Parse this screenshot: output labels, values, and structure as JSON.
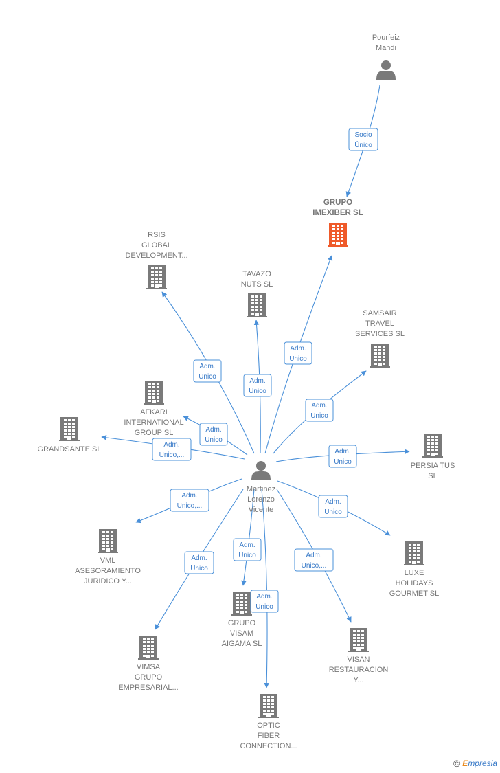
{
  "colors": {
    "edge": "#4a90d9",
    "company": "#7a7a7a",
    "focus_company": "#ef5a2a",
    "person": "#7a7a7a"
  },
  "nodes": [
    {
      "id": "pourfeiz",
      "kind": "person",
      "lines": [
        "Pourfeiz",
        "Mahdi"
      ]
    },
    {
      "id": "imexiber",
      "kind": "company",
      "focus": true,
      "lines": [
        "GRUPO",
        "IMEXIBER  SL"
      ]
    },
    {
      "id": "rsis",
      "kind": "company",
      "lines": [
        "RSIS",
        "GLOBAL",
        "DEVELOPMENT..."
      ]
    },
    {
      "id": "tavazo",
      "kind": "company",
      "lines": [
        "TAVAZO",
        "NUTS  SL"
      ]
    },
    {
      "id": "samsair",
      "kind": "company",
      "lines": [
        "SAMSAIR",
        "TRAVEL",
        "SERVICES  SL"
      ]
    },
    {
      "id": "afkari",
      "kind": "company",
      "lines": [
        "AFKARI",
        "INTERNATIONAL",
        "GROUP  SL"
      ]
    },
    {
      "id": "grandsante",
      "kind": "company",
      "lines": [
        "GRANDSANTE SL"
      ]
    },
    {
      "id": "persia",
      "kind": "company",
      "lines": [
        "PERSIA TUS",
        "SL"
      ]
    },
    {
      "id": "martinez",
      "kind": "person",
      "lines": [
        "Martinez",
        "Lorenzo",
        "Vicente"
      ]
    },
    {
      "id": "vml",
      "kind": "company",
      "lines": [
        "VML",
        "ASESORAMIENTO",
        "JURIDICO Y..."
      ]
    },
    {
      "id": "luxe",
      "kind": "company",
      "lines": [
        "LUXE",
        "HOLIDAYS",
        "GOURMET  SL"
      ]
    },
    {
      "id": "visam",
      "kind": "company",
      "lines": [
        "GRUPO",
        "VISAM",
        "AIGAMA  SL"
      ]
    },
    {
      "id": "vimsa",
      "kind": "company",
      "lines": [
        "VIMSA",
        "GRUPO",
        "EMPRESARIAL..."
      ]
    },
    {
      "id": "visan",
      "kind": "company",
      "lines": [
        "VISAN",
        "RESTAURACION",
        "Y..."
      ]
    },
    {
      "id": "optic",
      "kind": "company",
      "lines": [
        "OPTIC",
        "FIBER",
        "CONNECTION..."
      ]
    }
  ],
  "edges": [
    {
      "from": "pourfeiz",
      "to": "imexiber",
      "label": [
        "Socio",
        "Único"
      ]
    },
    {
      "from": "martinez",
      "to": "imexiber",
      "label": [
        "Adm.",
        "Unico"
      ]
    },
    {
      "from": "martinez",
      "to": "rsis",
      "label": [
        "Adm.",
        "Unico"
      ]
    },
    {
      "from": "martinez",
      "to": "tavazo",
      "label": [
        "Adm.",
        "Unico"
      ]
    },
    {
      "from": "martinez",
      "to": "samsair",
      "label": [
        "Adm.",
        "Unico"
      ]
    },
    {
      "from": "martinez",
      "to": "afkari",
      "label": [
        "Adm.",
        "Unico"
      ]
    },
    {
      "from": "martinez",
      "to": "grandsante",
      "label": [
        "Adm.",
        "Unico,..."
      ]
    },
    {
      "from": "martinez",
      "to": "persia",
      "label": [
        "Adm.",
        "Unico"
      ]
    },
    {
      "from": "martinez",
      "to": "vml",
      "label": [
        "Adm.",
        "Unico,..."
      ]
    },
    {
      "from": "martinez",
      "to": "luxe",
      "label": [
        "Adm.",
        "Unico"
      ]
    },
    {
      "from": "martinez",
      "to": "visam",
      "label": [
        "Adm.",
        "Unico"
      ]
    },
    {
      "from": "martinez",
      "to": "vimsa",
      "label": [
        "Adm.",
        "Unico"
      ]
    },
    {
      "from": "martinez",
      "to": "visan",
      "label": [
        "Adm.",
        "Unico,..."
      ]
    },
    {
      "from": "martinez",
      "to": "optic",
      "label": [
        "Adm.",
        "Unico"
      ]
    }
  ],
  "watermark": {
    "symbol": "©",
    "brand_initial": "E",
    "brand_rest": "mpresia"
  }
}
